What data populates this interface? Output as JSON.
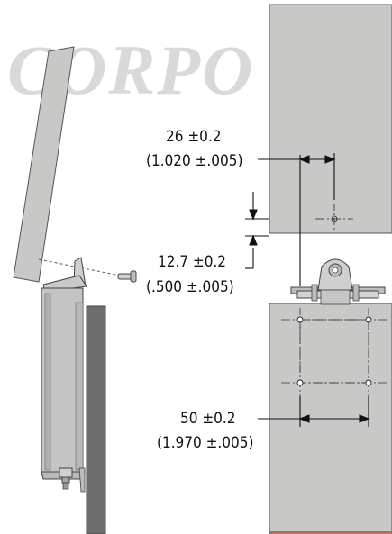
{
  "watermark": {
    "text": "CORPO",
    "color": "#d9d9d9"
  },
  "dimensions": {
    "horizontal_offset": {
      "metric": "26 ±0.2",
      "imperial": "(1.020 ±.005)"
    },
    "vertical_offset": {
      "metric": "12.7 ±0.2",
      "imperial": "(.500 ±.005)"
    },
    "hole_spacing": {
      "metric": "50 ±0.2",
      "imperial": "(1.970 ±.005)"
    }
  },
  "colors": {
    "panel_fill": "#c8c8c6",
    "panel_stroke": "#555555",
    "dark_panel": "#6e6e6e",
    "line": "#111111",
    "accent_bottom": "#b36b4a"
  }
}
